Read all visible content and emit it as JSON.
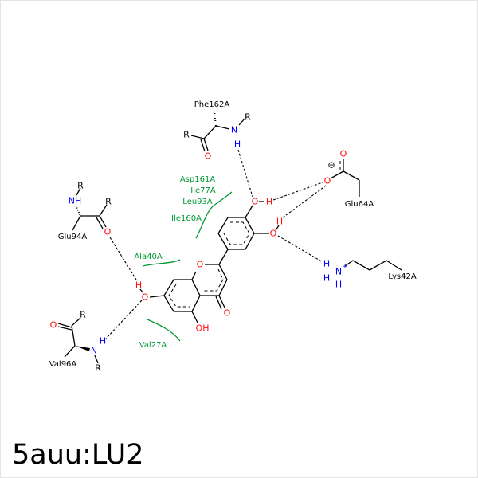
{
  "title": "5auu:LU2",
  "ligand": {
    "atoms": {
      "O_ring": "O",
      "O_keto": "O",
      "OH5": "OH",
      "O7": "O",
      "H7": "H",
      "O4p": "O",
      "H4p": "H",
      "O3p": "O",
      "H3p": "H"
    }
  },
  "residues": {
    "phe162": {
      "label": "Phe162A",
      "N": "N",
      "H": "H",
      "O": "O",
      "R1": "R",
      "R2": "R"
    },
    "glu64": {
      "label": "Glu64A",
      "O1": "O",
      "O2": "O",
      "charge": "⊖"
    },
    "lys42": {
      "label": "Lys42A",
      "N": "N",
      "charge": "+",
      "H1": "H",
      "H2": "H",
      "H3": "H"
    },
    "glu94": {
      "label": "Glu94A",
      "NH": "NH",
      "O": "O",
      "R1": "R",
      "R2": "R"
    },
    "val96": {
      "label": "Val96A",
      "N": "N",
      "H": "H",
      "O": "O",
      "R1": "R",
      "R2": "R"
    }
  },
  "hydrophobic": {
    "upper": [
      "Asp161A",
      "Ile77A",
      "Leu93A",
      "Ile160A"
    ],
    "ala40": "Ala40A",
    "val27": "Val27A"
  },
  "colors": {
    "carbon": "#000000",
    "oxygen": "#ff0d0d",
    "nitrogen": "#0000ff",
    "hydrophobic": "#009933"
  }
}
